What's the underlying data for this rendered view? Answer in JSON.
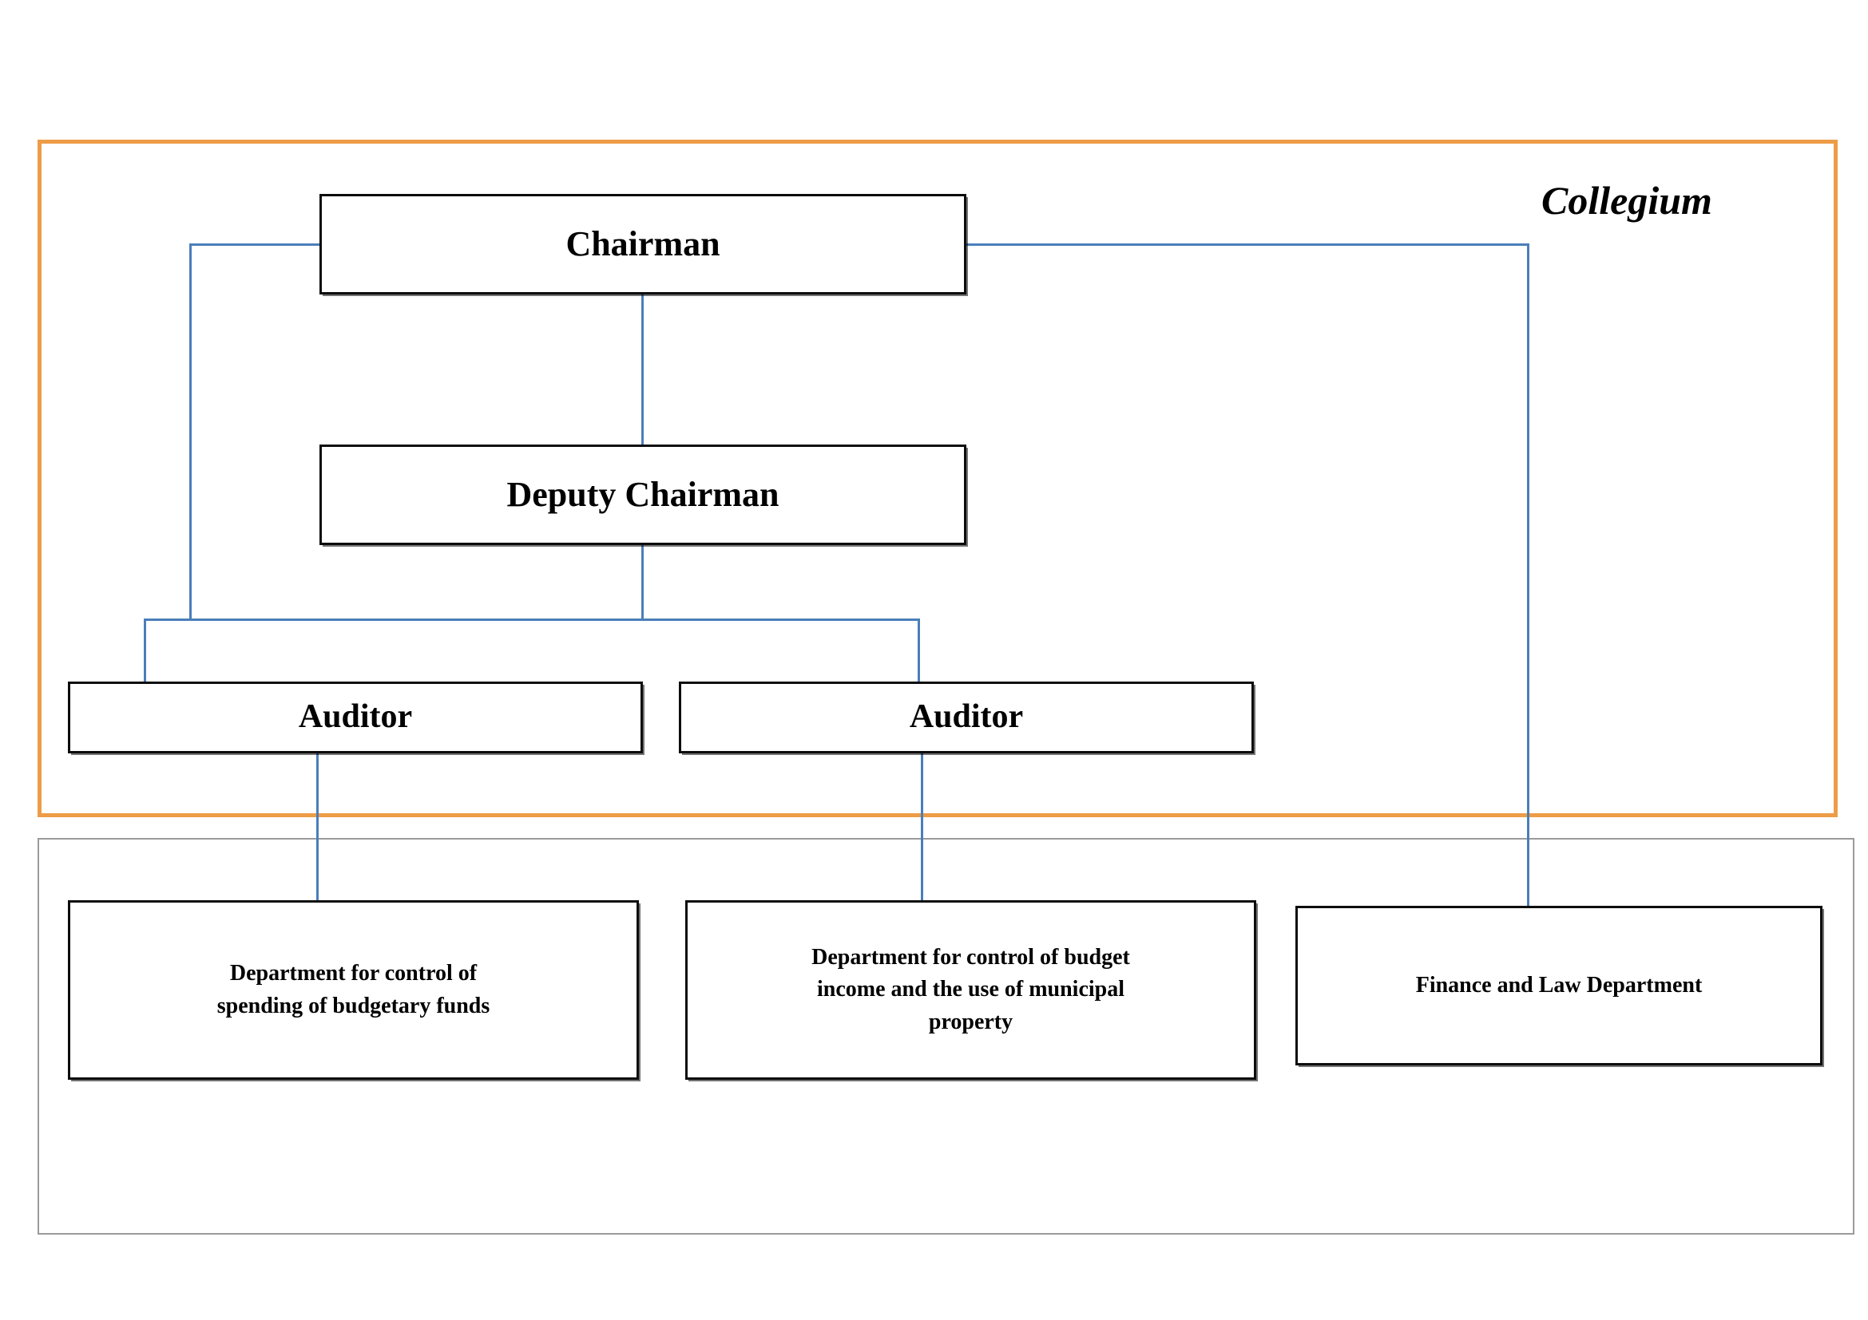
{
  "diagram": {
    "title": "Organizational structure chart",
    "frames": {
      "collegium": {
        "label": "Collegium",
        "color": "#ED9C47"
      },
      "apparatus": {
        "label": "",
        "color": "#9a9a9a"
      }
    },
    "connector_color": "#4A7EBB",
    "node_border_color": "#0d0d0d",
    "nodes": {
      "chairman": "Chairman",
      "deputy_chairman": "Deputy Chairman",
      "auditor_1": "Auditor",
      "auditor_2": "Auditor",
      "department_1": "Department for control of\nspending of budgetary funds",
      "department_2": "Department for control of budget\nincome and the use of municipal\nproperty",
      "department_3": "Finance and Law Department"
    }
  },
  "chart_data": {
    "type": "diagram",
    "title": "Collegium organizational structure",
    "nodes": [
      {
        "id": "chairman",
        "label": "Chairman",
        "group": "collegium"
      },
      {
        "id": "deputy_chairman",
        "label": "Deputy Chairman",
        "group": "collegium"
      },
      {
        "id": "auditor_1",
        "label": "Auditor",
        "group": "collegium"
      },
      {
        "id": "auditor_2",
        "label": "Auditor",
        "group": "collegium"
      },
      {
        "id": "department_1",
        "label": "Department for control of spending of budgetary funds",
        "group": "apparatus"
      },
      {
        "id": "department_2",
        "label": "Department for control of budget income and the use of municipal property",
        "group": "apparatus"
      },
      {
        "id": "department_3",
        "label": "Finance and Law Department",
        "group": "apparatus"
      }
    ],
    "edges": [
      {
        "from": "chairman",
        "to": "deputy_chairman"
      },
      {
        "from": "chairman",
        "to": "auditor_1"
      },
      {
        "from": "chairman",
        "to": "department_3"
      },
      {
        "from": "deputy_chairman",
        "to": "auditor_1"
      },
      {
        "from": "deputy_chairman",
        "to": "auditor_2"
      },
      {
        "from": "auditor_1",
        "to": "department_1"
      },
      {
        "from": "auditor_2",
        "to": "department_2"
      }
    ],
    "groups": [
      {
        "id": "collegium",
        "label": "Collegium",
        "border_color": "#ED9C47"
      },
      {
        "id": "apparatus",
        "label": "",
        "border_color": "#9a9a9a"
      }
    ]
  }
}
